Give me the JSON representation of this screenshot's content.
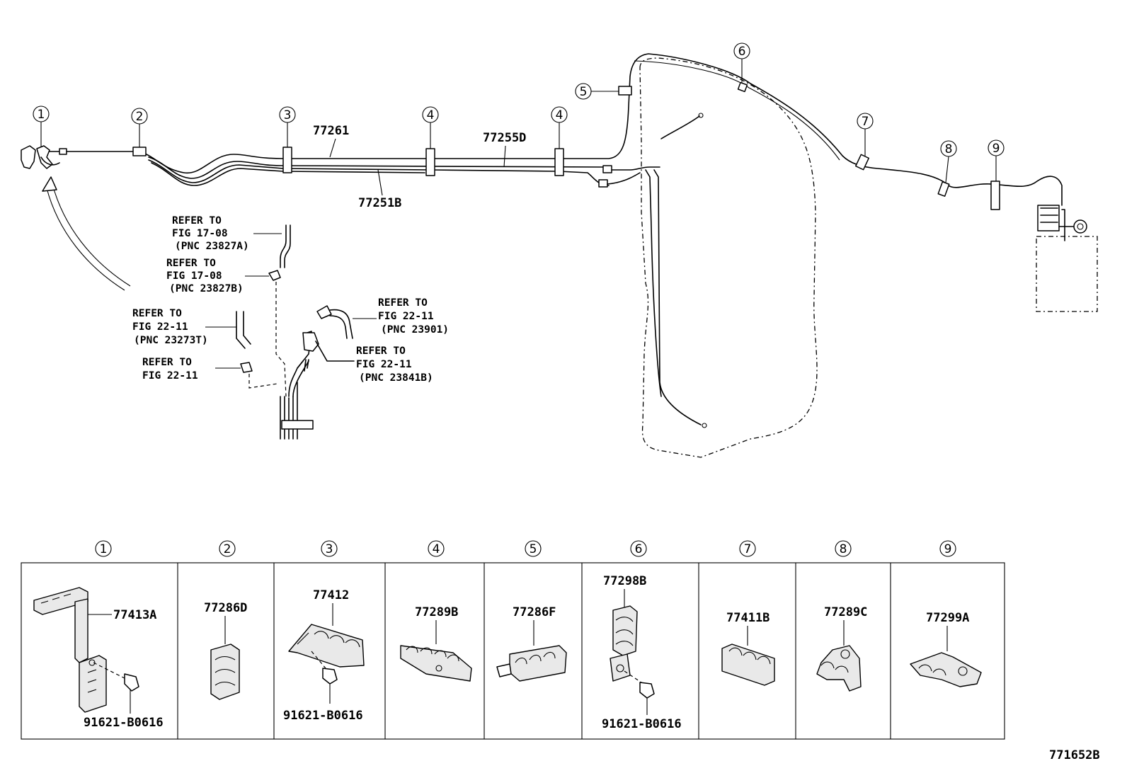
{
  "figure_id": "771652B",
  "callouts": [
    "1",
    "2",
    "3",
    "4",
    "4",
    "5",
    "6",
    "7",
    "8",
    "9"
  ],
  "part_labels": {
    "p77261": "77261",
    "p77255D": "77255D",
    "p77251B": "77251B"
  },
  "refs": [
    {
      "line1": "REFER TO",
      "line2": "FIG 17-08",
      "line3": "(PNC 23827A)"
    },
    {
      "line1": "REFER TO",
      "line2": "FIG 17-08",
      "line3": "(PNC 23827B)"
    },
    {
      "line1": "REFER TO",
      "line2": "FIG 22-11",
      "line3": "(PNC 23273T)"
    },
    {
      "line1": "REFER TO",
      "line2": "FIG 22-11",
      "line3": ""
    },
    {
      "line1": "REFER TO",
      "line2": "FIG 22-11",
      "line3": "(PNC 23901)"
    },
    {
      "line1": "REFER TO",
      "line2": "FIG 22-11",
      "line3": "(PNC 23841B)"
    }
  ],
  "table": {
    "columns": [
      {
        "num": "1",
        "part": "77413A",
        "bolt": "91621-B0616"
      },
      {
        "num": "2",
        "part": "77286D",
        "bolt": ""
      },
      {
        "num": "3",
        "part": "77412",
        "bolt": "91621-B0616"
      },
      {
        "num": "4",
        "part": "77289B",
        "bolt": ""
      },
      {
        "num": "5",
        "part": "77286F",
        "bolt": ""
      },
      {
        "num": "6",
        "part": "77298B",
        "bolt": "91621-B0616"
      },
      {
        "num": "7",
        "part": "77411B",
        "bolt": ""
      },
      {
        "num": "8",
        "part": "77289C",
        "bolt": ""
      },
      {
        "num": "9",
        "part": "77299A",
        "bolt": ""
      }
    ]
  }
}
